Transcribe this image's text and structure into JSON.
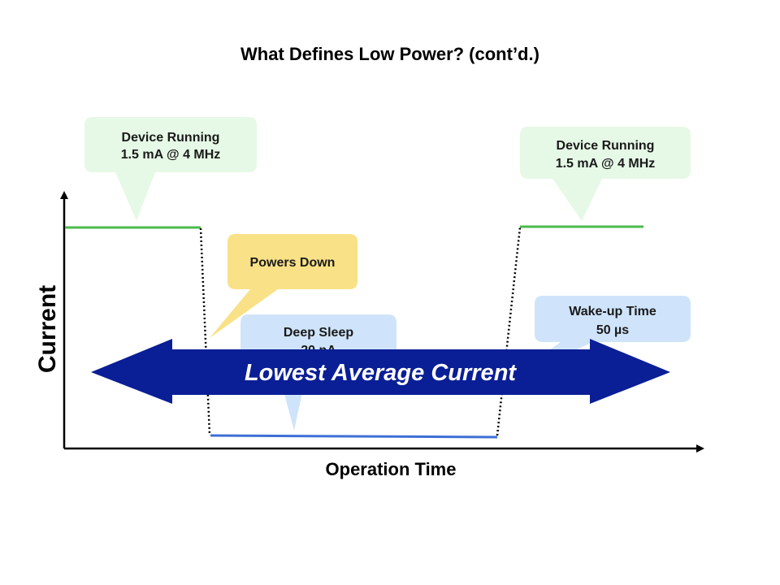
{
  "title": "What Defines Low Power? (cont’d.)",
  "axes": {
    "y_label": "Current",
    "x_label": "Operation Time"
  },
  "callouts": {
    "running_left": {
      "line1": "Device Running",
      "line2": "1.5 mA @ 4 MHz"
    },
    "powers_down": {
      "line1": "Powers Down"
    },
    "deep_sleep": {
      "line1": "Deep Sleep",
      "line2": "20 nA"
    },
    "wakeup": {
      "line1": "Wake-up Time",
      "line2": "50 µs"
    },
    "running_right": {
      "line1": "Device Running",
      "line2": "1.5 mA @ 4 MHz"
    }
  },
  "arrow": {
    "label": "Lowest Average Current"
  },
  "colors": {
    "running_fill": "#e6f9e6",
    "running_line": "#4cbb4c",
    "powers_down_fill": "#f9e187",
    "sleep_fill": "#cfe4fa",
    "sleep_line": "#3d6fd6",
    "arrow_fill": "#0a1e96",
    "transition_line": "#000000"
  }
}
